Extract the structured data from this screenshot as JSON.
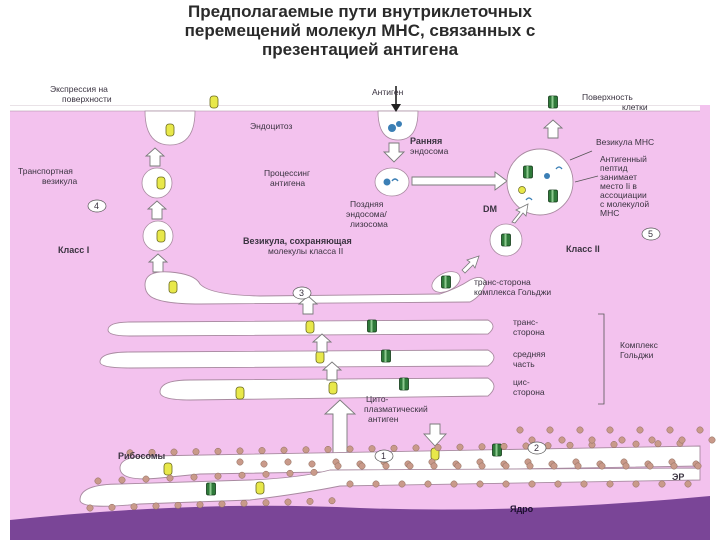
{
  "title": {
    "line1": "Предполагаемые пути внутриклеточных",
    "line2": "перемещений молекул МНС, связанных с",
    "line3": "презентацией антигена"
  },
  "labels": {
    "surface_expression_1": "Экспрессия на",
    "surface_expression_2": "поверхности",
    "antigen": "Антиген",
    "cell_surface_1": "Поверхность",
    "cell_surface_2": "клетки",
    "endocytosis": "Эндоцитоз",
    "early_endosome_1": "Ранняя",
    "early_endosome_2": "эндосома",
    "transport_vesicle_1": "Транспортная",
    "transport_vesicle_2": "везикула",
    "antigen_processing_1": "Процессинг",
    "antigen_processing_2": "антигена",
    "mhc_vesicle": "Везикула МНС",
    "peptide_1": "Антигенный",
    "peptide_2": "пептид",
    "peptide_3": "занимает",
    "peptide_4": "место Ii в",
    "peptide_5": "ассоциации",
    "peptide_6": "с молекулой",
    "peptide_7": "МНС",
    "late_endosome_1": "Поздняя",
    "late_endosome_2": "эндосома/",
    "late_endosome_3": "лизосома",
    "dm": "DM",
    "class_i": "Класс I",
    "class_ii": "Класс II",
    "storage_vesicle_1": "Везикула, сохраняющая",
    "storage_vesicle_2": "молекулы класса II",
    "trans_golgi_1": "транс-сторона",
    "trans_golgi_2": "комплекса Гольджи",
    "trans_side_1": "транс-",
    "trans_side_2": "сторона",
    "medial_1": "средняя",
    "medial_2": "часть",
    "cis_side_1": "цис-",
    "cis_side_2": "сторона",
    "golgi_complex_1": "Комплекс",
    "golgi_complex_2": "Гольджи",
    "cytoplasmic_1": "Цито-",
    "cytoplasmic_2": "плазматический",
    "cytoplasmic_3": "антиген",
    "ribosomes": "Рибосомы",
    "er": "ЭР",
    "nucleus": "Ядро",
    "n1": "1",
    "n2": "2",
    "n3": "3",
    "n4": "4",
    "n5": "5"
  },
  "colors": {
    "cytoplasm": "#f3c2ee",
    "organelle": "#ffffff",
    "nucleus": "#7a4597",
    "ribosome": "#c99a8a",
    "class_i_molecule": "#e8e84a",
    "class_ii_molecule": "#2f7a3a",
    "arrow_fill": "#ffffff",
    "text": "#3a3340"
  }
}
